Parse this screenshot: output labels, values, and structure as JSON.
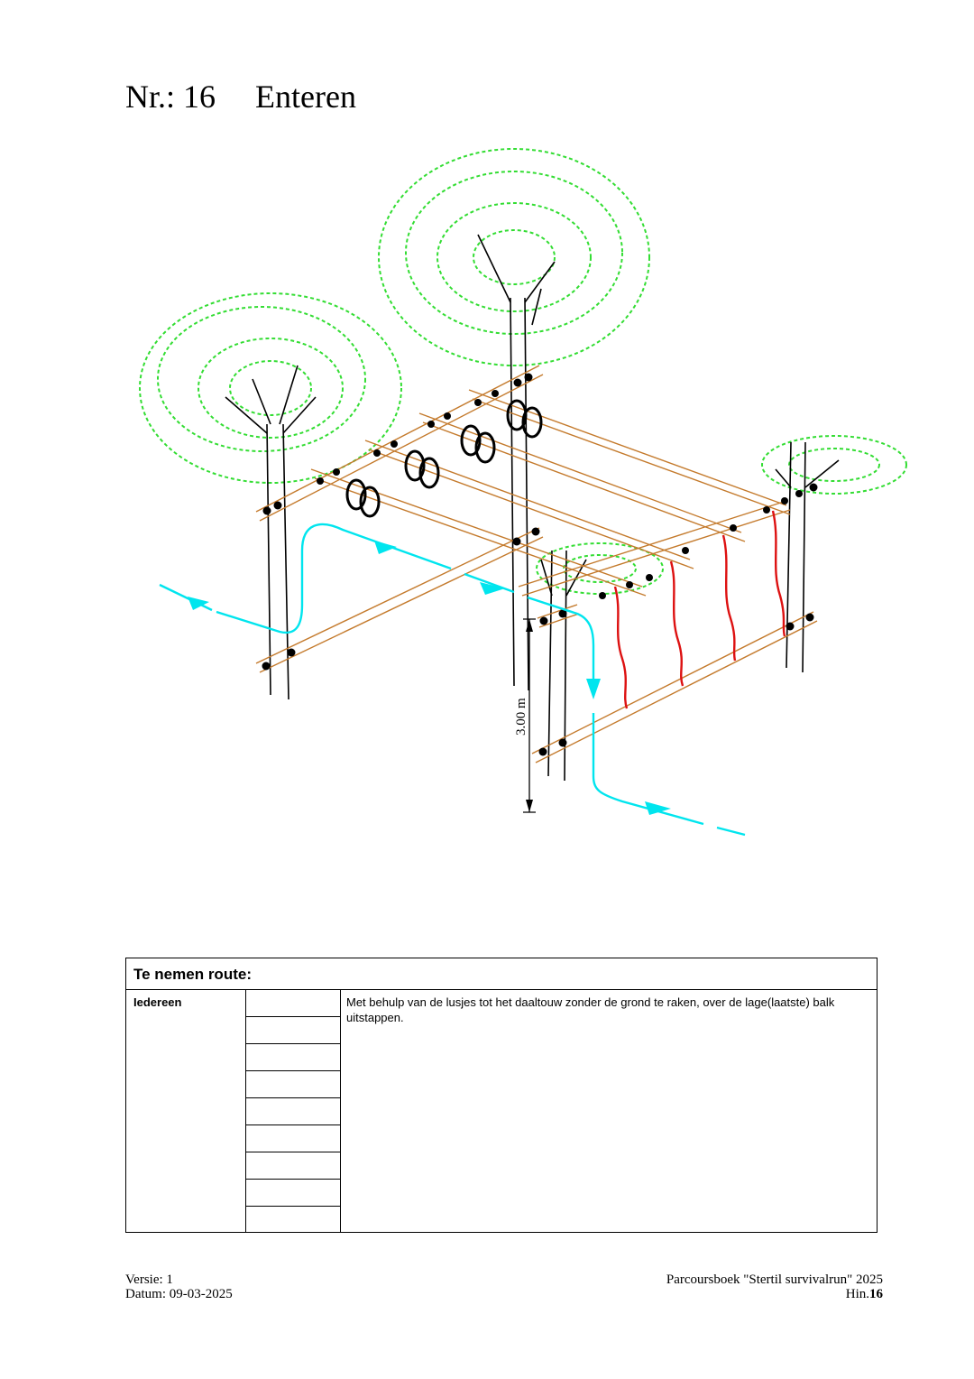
{
  "header": {
    "number": "Nr.: 16",
    "name": "Enteren"
  },
  "figure": {
    "dimension_label": "3.00 m",
    "colors": {
      "foliage": "#33dd33",
      "beam": "#c47a2c",
      "route_arrow": "#00e5ee",
      "drop_rope": "#dd1111",
      "ring": "#000000"
    }
  },
  "route": {
    "heading": "Te nemen route:",
    "who": "Iedereen",
    "description": "Met behulp van de lusjes tot het daaltouw zonder de grond te raken, over de lage(laatste) balk uitstappen."
  },
  "footer": {
    "version": "Versie: 1",
    "date": "Datum: 09-03-2025",
    "book": "Parcoursboek \"Stertil survivalrun\" 2025",
    "hin_prefix": "Hin.",
    "hin_number": "16"
  }
}
